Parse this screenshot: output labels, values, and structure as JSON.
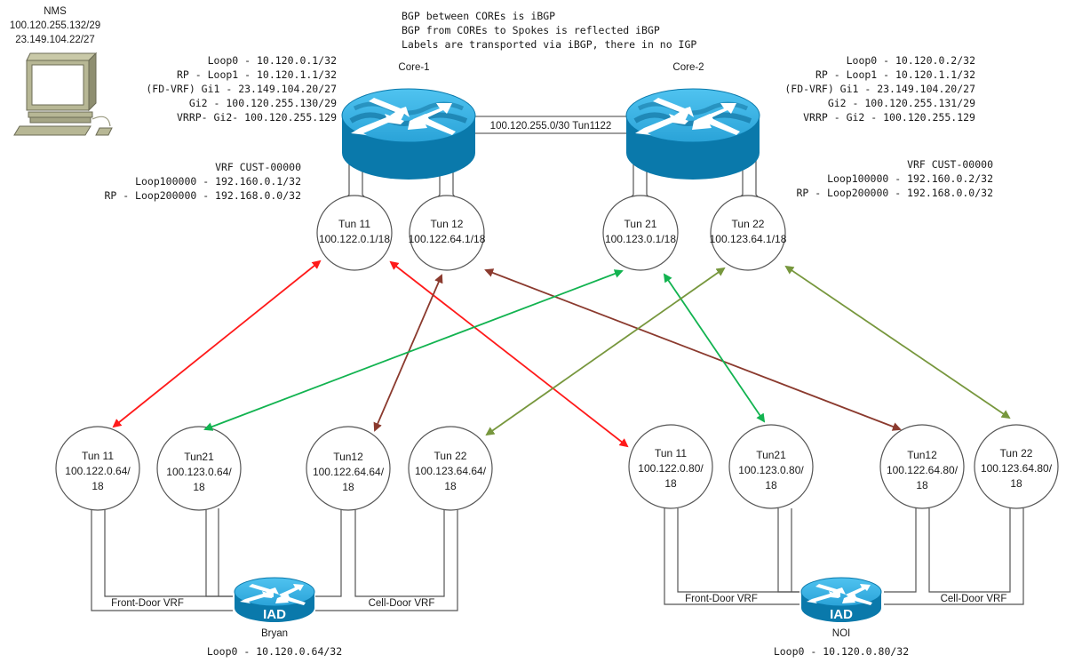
{
  "notes": [
    "BGP between COREs is iBGP",
    "BGP from COREs to Spokes is reflected iBGP",
    "Labels are transported via iBGP, there in no IGP"
  ],
  "nms": {
    "name": "NMS",
    "ip1": "100.120.255.132/29",
    "ip2": "23.149.104.22/27",
    "icon": "workstation-icon"
  },
  "core1": {
    "name": "Core-1",
    "icon": "router-icon",
    "interfaces": [
      "Loop0 - 10.120.0.1/32",
      "RP - Loop1 - 10.120.1.1/32",
      "(FD-VRF) Gi1 - 23.149.104.20/27",
      "Gi2 - 100.120.255.130/29",
      "VRRP- Gi2- 100.120.255.129"
    ],
    "vrf": [
      "VRF CUST-00000",
      "Loop100000 - 192.160.0.1/32",
      "RP - Loop200000 - 192.168.0.0/32"
    ],
    "tunnels": [
      {
        "name": "Tun 11",
        "ip": "100.122.0.1/18"
      },
      {
        "name": "Tun 12",
        "ip": "100.122.64.1/18"
      }
    ]
  },
  "core2": {
    "name": "Core-2",
    "icon": "router-icon",
    "interfaces": [
      "Loop0 - 10.120.0.2/32",
      "RP - Loop1 - 10.120.1.1/32",
      "(FD-VRF) Gi1 - 23.149.104.20/27",
      "Gi2 - 100.120.255.131/29",
      "VRRP - Gi2 - 100.120.255.129"
    ],
    "vrf": [
      "VRF CUST-00000",
      "Loop100000 - 192.160.0.2/32",
      "RP - Loop200000 - 192.168.0.0/32"
    ],
    "tunnels": [
      {
        "name": "Tun 21",
        "ip": "100.123.0.1/18"
      },
      {
        "name": "Tun 22",
        "ip": "100.123.64.1/18"
      }
    ]
  },
  "core_link": "100.120.255.0/30 Tun1122",
  "spokes": [
    {
      "name": "Bryan",
      "badge": "IAD",
      "loop": "Loop0 - 10.120.0.64/32",
      "front_label": "Front-Door VRF",
      "cell_label": "Cell-Door VRF",
      "tunnels": [
        {
          "name": "Tun 11",
          "ip1": "100.122.0.64/",
          "ip2": "18"
        },
        {
          "name": "Tun21",
          "ip1": "100.123.0.64/",
          "ip2": "18"
        },
        {
          "name": "Tun12",
          "ip1": "100.122.64.64/",
          "ip2": "18"
        },
        {
          "name": "Tun 22",
          "ip1": "100.123.64.64/",
          "ip2": "18"
        }
      ]
    },
    {
      "name": "NOI",
      "badge": "IAD",
      "loop": "Loop0 - 10.120.0.80/32",
      "front_label": "Front-Door VRF",
      "cell_label": "Cell-Door VRF",
      "tunnels": [
        {
          "name": "Tun 11",
          "ip1": "100.122.0.80/",
          "ip2": "18"
        },
        {
          "name": "Tun21",
          "ip1": "100.123.0.80/",
          "ip2": "18"
        },
        {
          "name": "Tun12",
          "ip1": "100.122.64.80/",
          "ip2": "18"
        },
        {
          "name": "Tun 22",
          "ip1": "100.123.64.80/",
          "ip2": "18"
        }
      ]
    }
  ],
  "links": [
    {
      "from": "Core-1 Tun 11",
      "to": "Bryan Tun 11",
      "color": "#ff1a1a"
    },
    {
      "from": "Core-1 Tun 11",
      "to": "NOI Tun 11",
      "color": "#ff1a1a"
    },
    {
      "from": "Core-1 Tun 12",
      "to": "Bryan Tun12",
      "color": "#8b3a2e"
    },
    {
      "from": "Core-1 Tun 12",
      "to": "NOI Tun12",
      "color": "#8b3a2e"
    },
    {
      "from": "Core-2 Tun 21",
      "to": "Bryan Tun21",
      "color": "#12b350"
    },
    {
      "from": "Core-2 Tun 21",
      "to": "NOI Tun21",
      "color": "#12b350"
    },
    {
      "from": "Core-2 Tun 22",
      "to": "Bryan Tun 22",
      "color": "#77973d"
    },
    {
      "from": "Core-2 Tun 22",
      "to": "NOI Tun 22",
      "color": "#77973d"
    }
  ]
}
